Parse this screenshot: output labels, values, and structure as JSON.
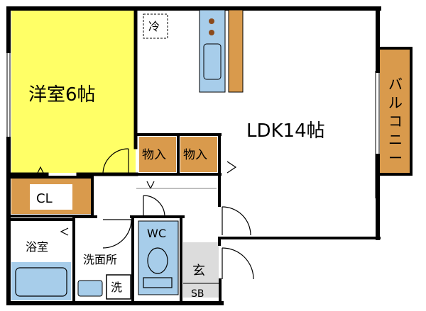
{
  "rooms": {
    "western": "洋室6帖",
    "ldk": "LDK14帖",
    "storage1": "物入",
    "storage2": "物入",
    "closet": "CL",
    "bath": "浴室",
    "washroom": "洗面所",
    "washer": "洗",
    "wc": "WC",
    "entrance": "玄",
    "shoebox": "SB",
    "fridge": "冷",
    "balcony": [
      "バ",
      "ル",
      "コ",
      "ニ",
      "ー"
    ]
  },
  "colors": {
    "western_room": "#ffff66",
    "storage": "#d99a4c",
    "fixture_blue": "#a7cdea",
    "entrance_floor": "#dcdcdc",
    "wall": "#000000"
  }
}
